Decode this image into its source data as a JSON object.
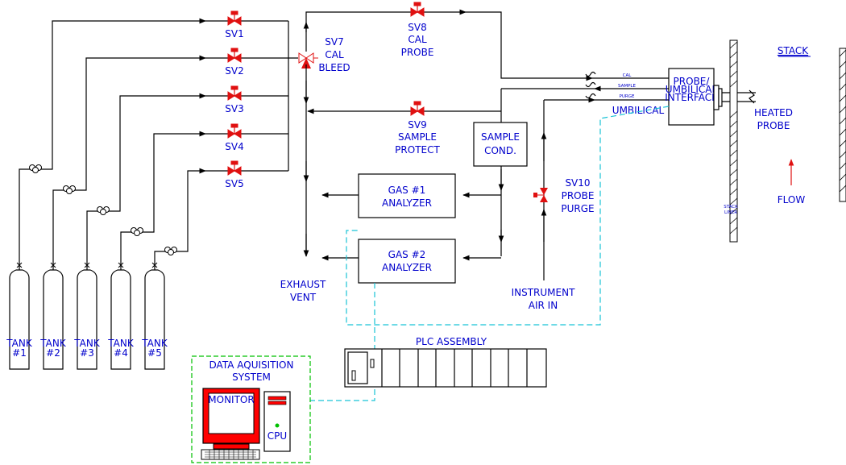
{
  "colors": {
    "line": "#000000",
    "text": "#0000cc",
    "valve": "#e01010",
    "signal": "#19c3d6",
    "das_border": "#00c000"
  },
  "tanks": [
    "TANK #1",
    "TANK #2",
    "TANK #3",
    "TANK #4",
    "TANK #5"
  ],
  "valves": {
    "sv1": "SV1",
    "sv2": "SV2",
    "sv3": "SV3",
    "sv4": "SV4",
    "sv5": "SV5",
    "sv7_1": "SV7",
    "sv7_2": "CAL",
    "sv7_3": "BLEED",
    "sv8_1": "SV8",
    "sv8_2": "CAL",
    "sv8_3": "PROBE",
    "sv9_1": "SV9",
    "sv9_2": "SAMPLE",
    "sv9_3": "PROTECT",
    "sv10_1": "SV10",
    "sv10_2": "PROBE",
    "sv10_3": "PURGE"
  },
  "boxes": {
    "sample_cond_1": "SAMPLE",
    "sample_cond_2": "COND.",
    "gas1_1": "GAS  #1",
    "gas1_2": "ANALYZER",
    "gas2_1": "GAS  #2",
    "gas2_2": "ANALYZER",
    "probe_if_1": "PROBE/",
    "probe_if_2": "UMBILICAL",
    "probe_if_3": "INTERFACE"
  },
  "lines": {
    "cal": "CAL",
    "sample": "SAMPLE",
    "purge": "PURGE"
  },
  "labels": {
    "umbilical": "UMBILICAL",
    "heated_1": "HEATED",
    "heated_2": "PROBE",
    "stack": "STACK",
    "flow": "FLOW",
    "stack_liner_1": "STACK",
    "stack_liner_2": "LINER",
    "exhaust_1": "EXHAUST",
    "exhaust_2": "VENT",
    "instr_1": "INSTRUMENT",
    "instr_2": "AIR  IN",
    "plc": "PLC  ASSEMBLY",
    "das_1": "DATA  AQUISITION",
    "das_2": "SYSTEM",
    "monitor": "MONITOR",
    "cpu": "CPU"
  }
}
